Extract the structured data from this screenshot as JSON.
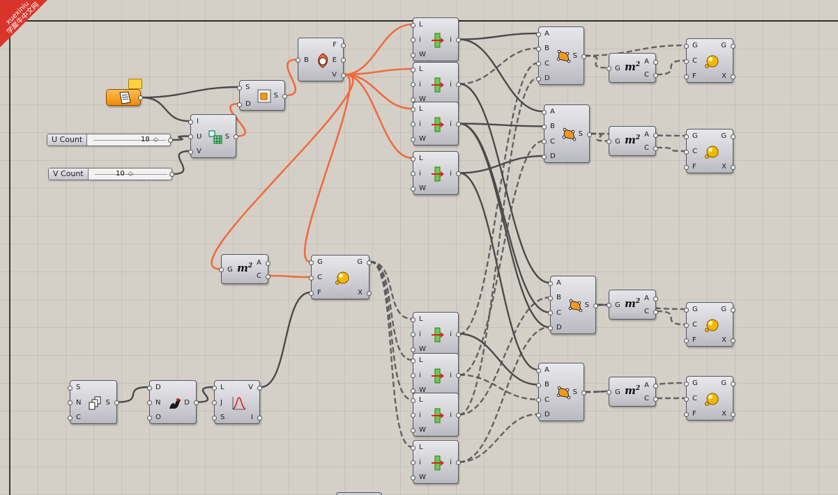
{
  "watermark": {
    "line1": "xuexiniu",
    "line2": "学犀牛中文网"
  },
  "sliders": [
    {
      "label": "U Count",
      "value": "18",
      "knob": "◇"
    },
    {
      "label": "V Count",
      "value": "10",
      "knob": "◇"
    }
  ],
  "components": {
    "surface_from_points": {
      "inputs": [
        "S",
        "D"
      ],
      "outputs": [
        "S"
      ]
    },
    "divide_domain": {
      "inputs": [
        "I",
        "U",
        "V"
      ],
      "outputs": [
        "S"
      ]
    },
    "brep_edges": {
      "inputs": [
        "B"
      ],
      "outputs": [
        "F",
        "E",
        "V"
      ]
    },
    "area_left": {
      "inputs": [
        "G"
      ],
      "outputs": [
        "A",
        "C"
      ],
      "symbol": "m",
      "exp": "2"
    },
    "scale_center": {
      "inputs": [
        "G",
        "C",
        "F"
      ],
      "outputs": [
        "G",
        "X"
      ]
    },
    "sequence": {
      "inputs": [
        "S",
        "N",
        "C"
      ],
      "outputs": [
        "S"
      ]
    },
    "random": {
      "inputs": [
        "D",
        "N",
        "O"
      ],
      "outputs": [
        "D"
      ]
    },
    "graph_mapper": {
      "inputs": [
        "L",
        "J",
        "S"
      ],
      "outputs": [
        "V",
        "I"
      ]
    },
    "list_item": {
      "inputs": [
        "L",
        "i",
        "W"
      ],
      "outputs": [
        "i"
      ]
    },
    "quad_surface": {
      "inputs": [
        "A",
        "B",
        "C",
        "D"
      ],
      "outputs": [
        "S"
      ]
    },
    "area": {
      "inputs": [
        "G"
      ],
      "outputs": [
        "A",
        "C"
      ],
      "symbol": "m",
      "exp": "2"
    },
    "scale": {
      "inputs": [
        "G",
        "C",
        "F"
      ],
      "outputs": [
        "G",
        "X"
      ]
    }
  },
  "colors": {
    "canvas": "#d4d0c8",
    "wire_selected": "#f26a3c",
    "wire_normal": "#4a4a4a",
    "panel_orange": "#f39a1b",
    "watermark_red": "#d9342a"
  },
  "icons": [
    "panel-icon",
    "surface-icon",
    "divide-grid-icon",
    "brep-edges-icon",
    "area-icon",
    "scale-sphere-icon",
    "series-icon",
    "random-icon",
    "graph-mapper-icon",
    "list-item-icon",
    "quad-surface-icon"
  ]
}
